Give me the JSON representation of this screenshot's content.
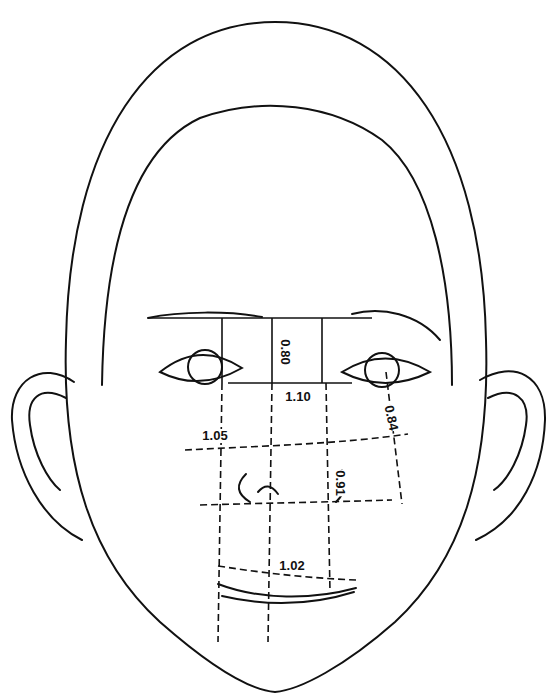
{
  "diagram": {
    "labels": [
      "0.80",
      "1.10",
      "0.84",
      "1.05",
      "0.91",
      "1.02"
    ]
  }
}
